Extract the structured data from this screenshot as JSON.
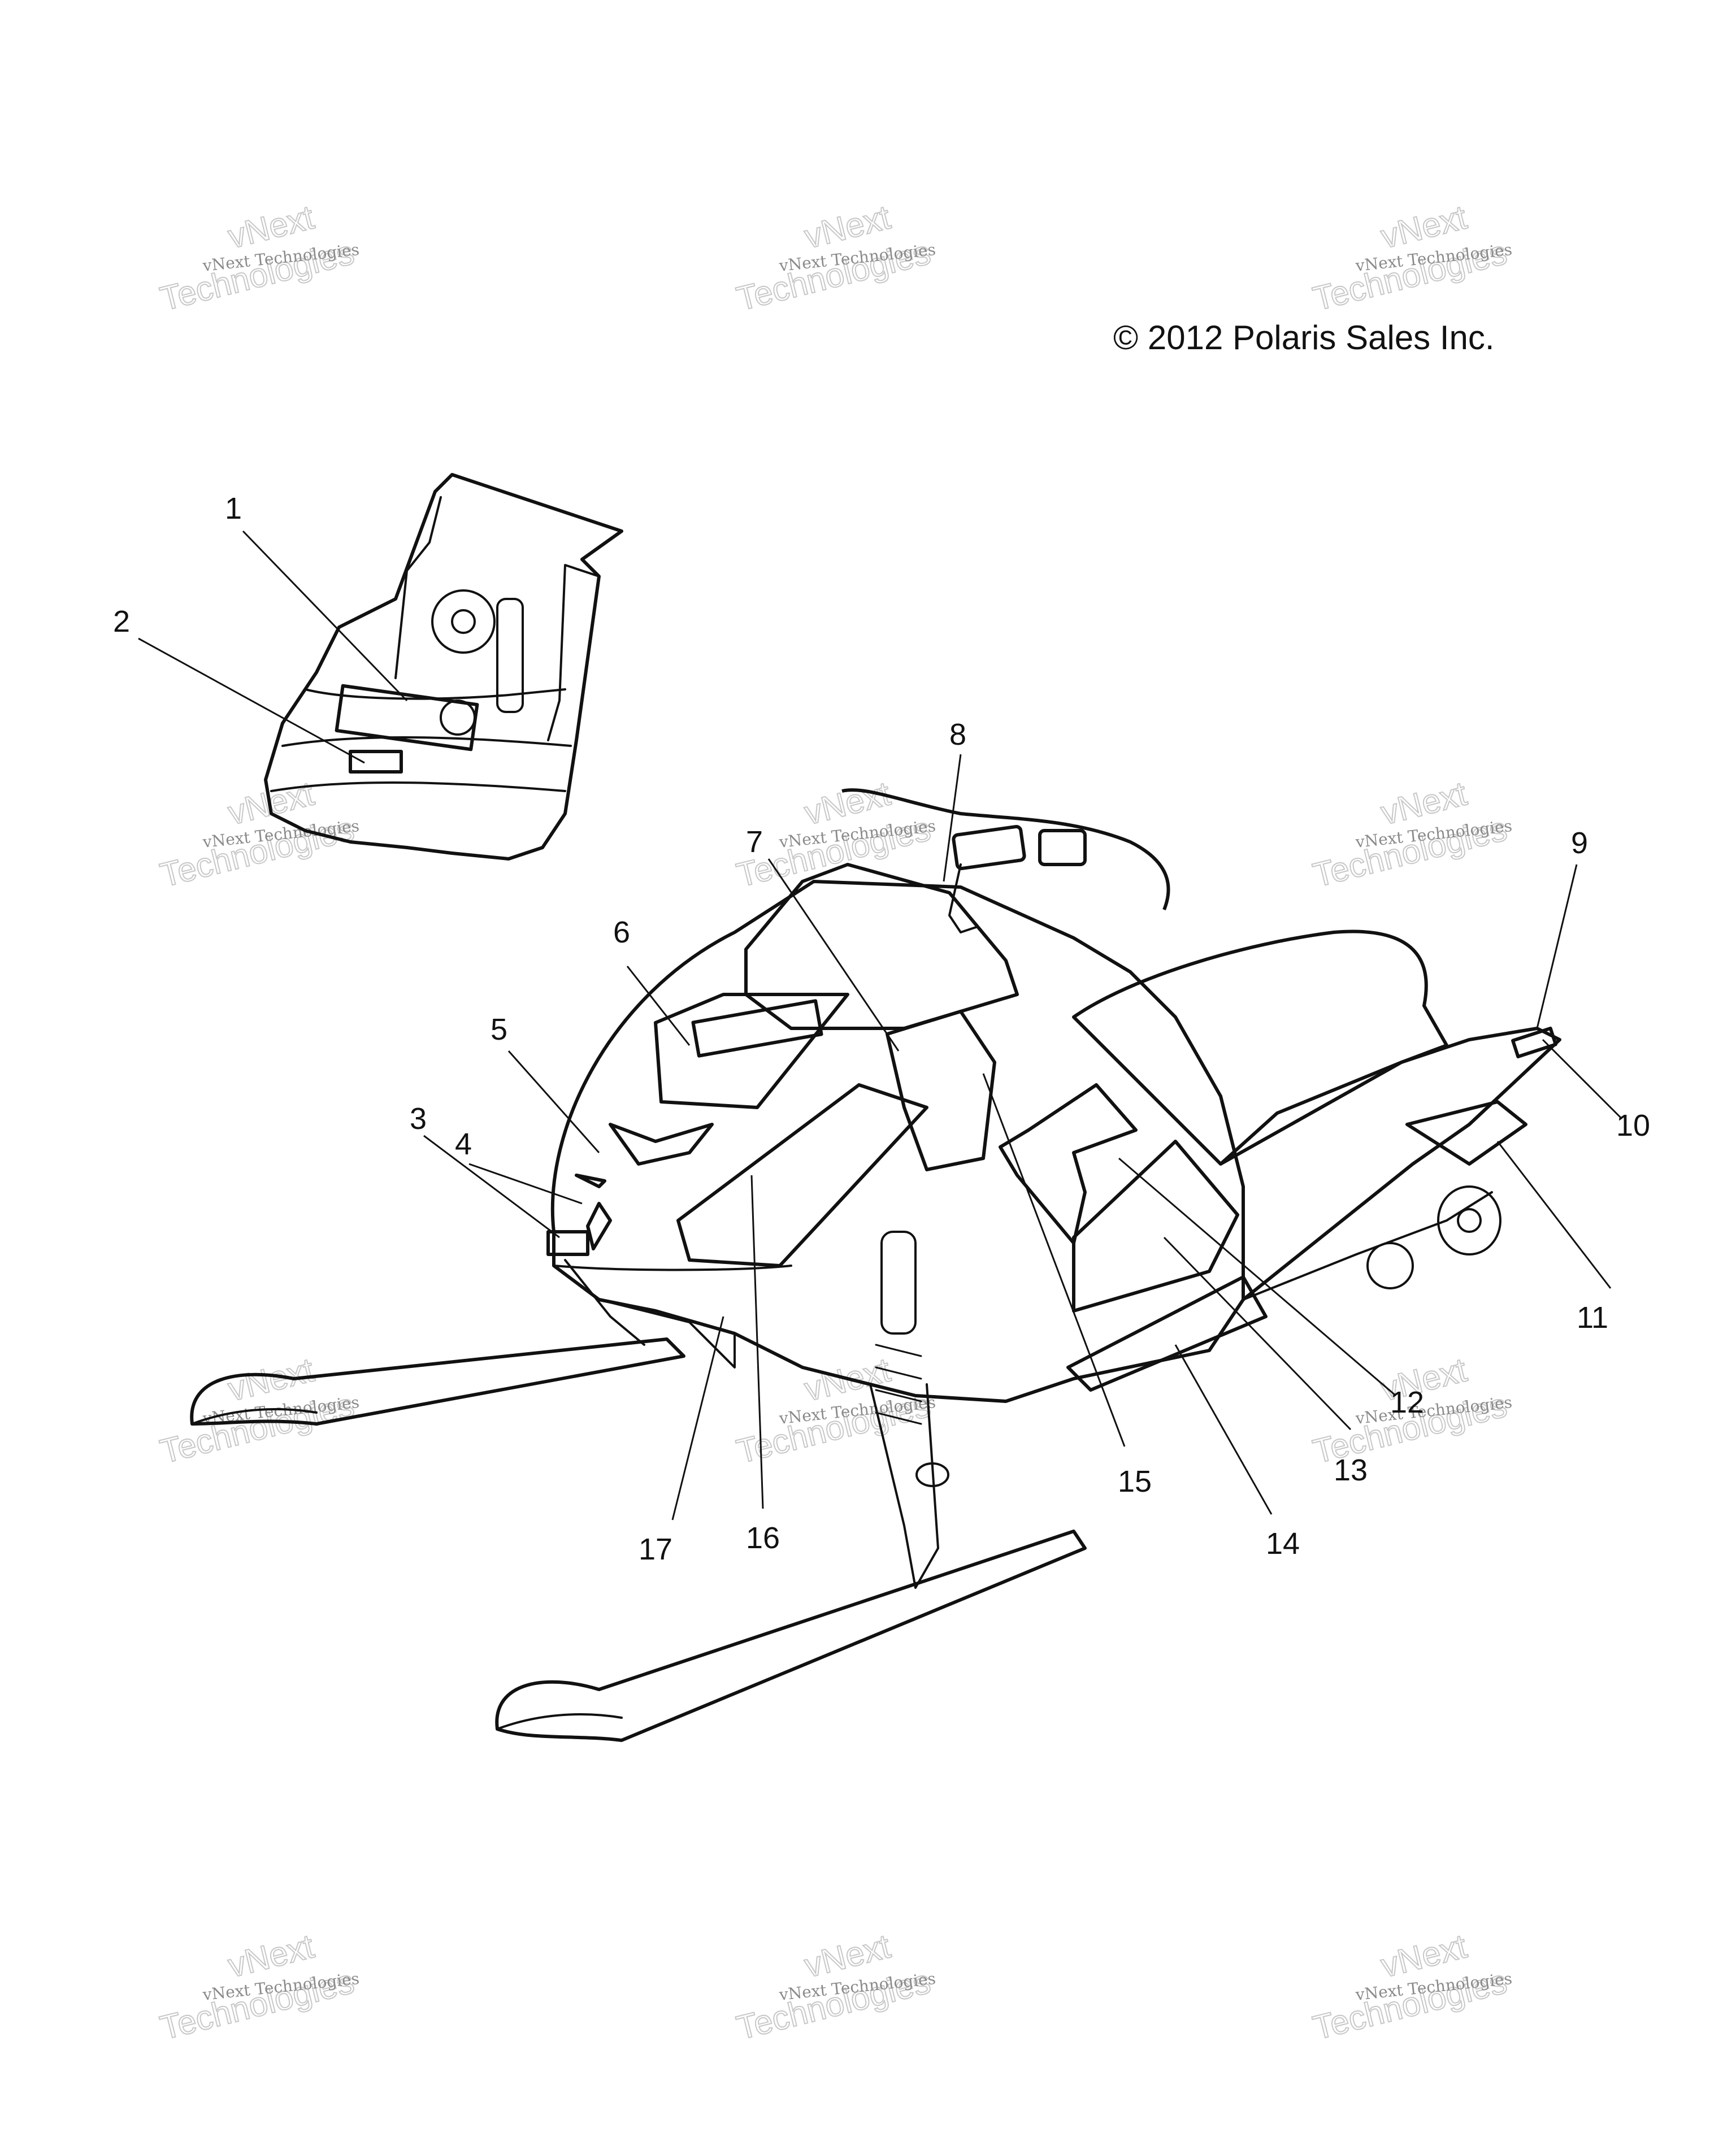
{
  "copyright": "© 2012 Polaris Sales Inc.",
  "watermark": {
    "line1": "vNext Technologies",
    "line2": "vNext",
    "line3": "Technologies"
  },
  "callouts": [
    "1",
    "2",
    "3",
    "4",
    "5",
    "6",
    "7",
    "8",
    "9",
    "10",
    "11",
    "12",
    "13",
    "14",
    "15",
    "16",
    "17"
  ]
}
